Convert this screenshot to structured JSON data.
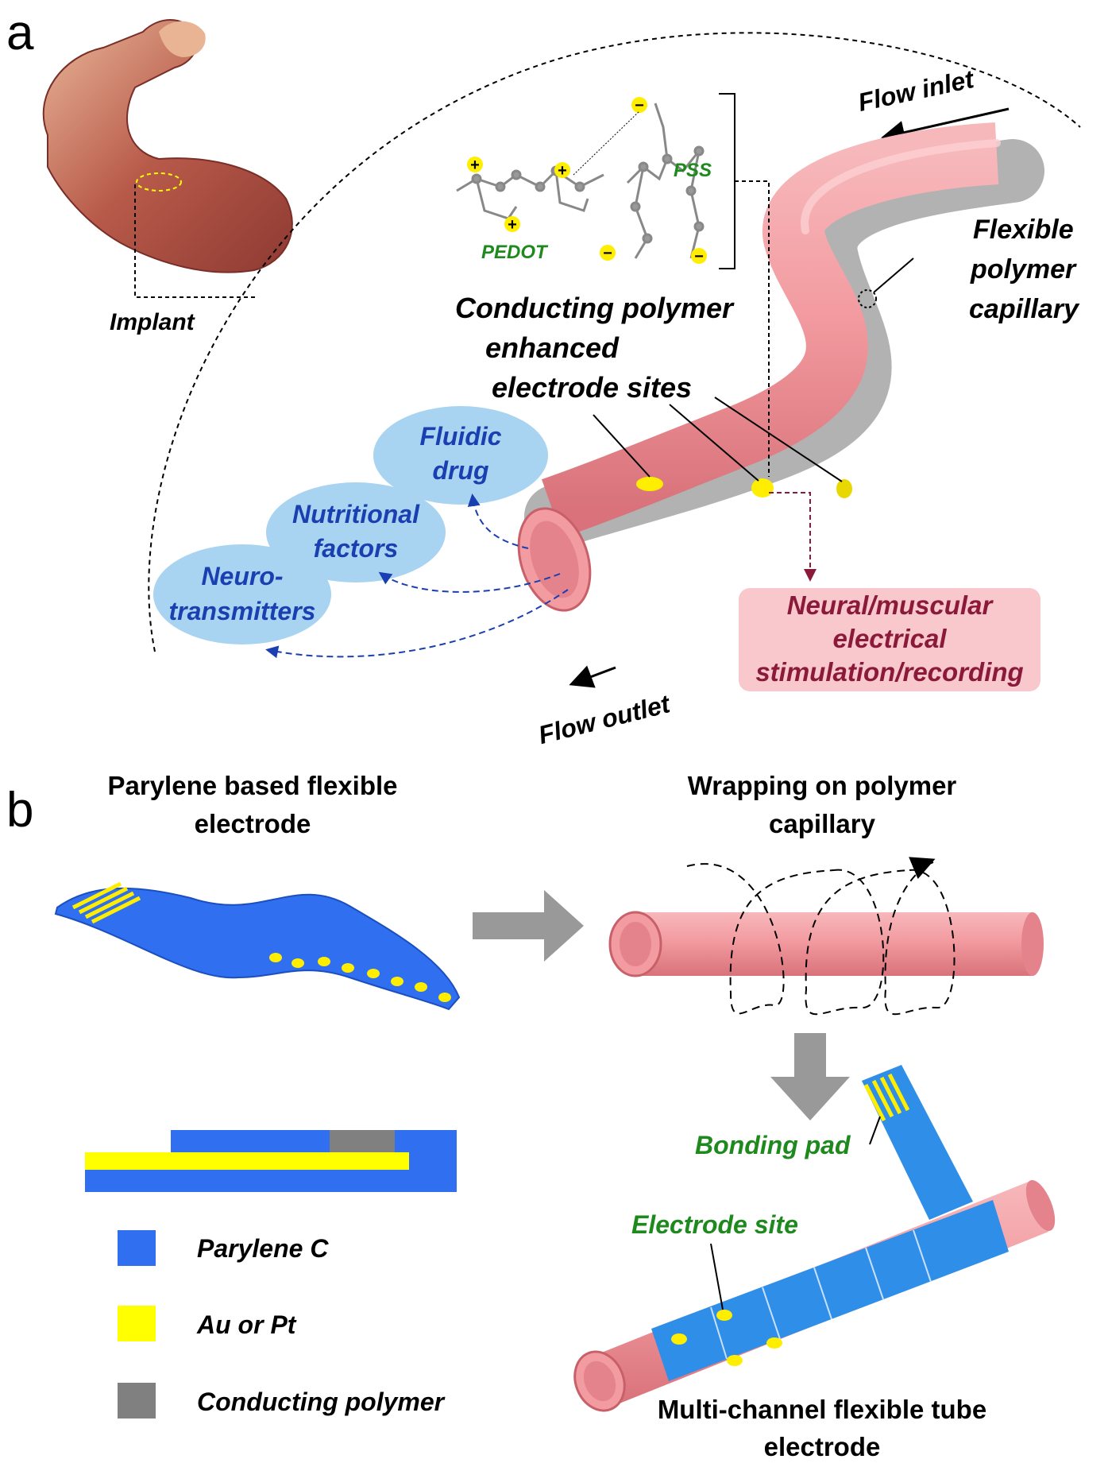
{
  "panel_a": {
    "letter": "a",
    "implant_label": "Implant",
    "flow_inlet": "Flow inlet",
    "flow_outlet": "Flow outlet",
    "pedot_label": "PEDOT",
    "pss_label": "PSS",
    "capillary_label": [
      "Flexible",
      "polymer",
      "capillary"
    ],
    "electrode_sites_label": [
      "Conducting polymer",
      "enhanced",
      "electrode sites"
    ],
    "fluidic_drug": [
      "Fluidic",
      "drug"
    ],
    "nutritional_factors": [
      "Nutritional",
      "factors"
    ],
    "neurotransmitters": [
      "Neuro-",
      "transmitters"
    ],
    "stimulation": [
      "Neural/muscular",
      "electrical",
      "stimulation/recording"
    ]
  },
  "panel_b": {
    "letter": "b",
    "parylene_title": [
      "Parylene based flexible",
      "electrode"
    ],
    "wrapping_title": [
      "Wrapping on polymer",
      "capillary"
    ],
    "bonding_pad": "Bonding pad",
    "electrode_site": "Electrode site",
    "multichannel_title": [
      "Multi-channel flexible tube",
      "electrode"
    ],
    "legend": [
      {
        "label": "Parylene C",
        "color": "#3a6df0"
      },
      {
        "label": "Au or Pt",
        "color": "#ffff00"
      },
      {
        "label": "Conducting polymer",
        "color": "#808080"
      }
    ]
  },
  "colors": {
    "tube": "#f09a9e",
    "tube_dark": "#d86a72",
    "electrode": "#ffee00",
    "bubble": "#a8d4f2",
    "bubble_text": "#1a3fb0",
    "green_label": "#1e8a1e",
    "maroon": "#8b1a3a",
    "stim_box": "#f8c8cc",
    "parylene": "#2f6ff0",
    "arrow_gray": "#999999"
  }
}
